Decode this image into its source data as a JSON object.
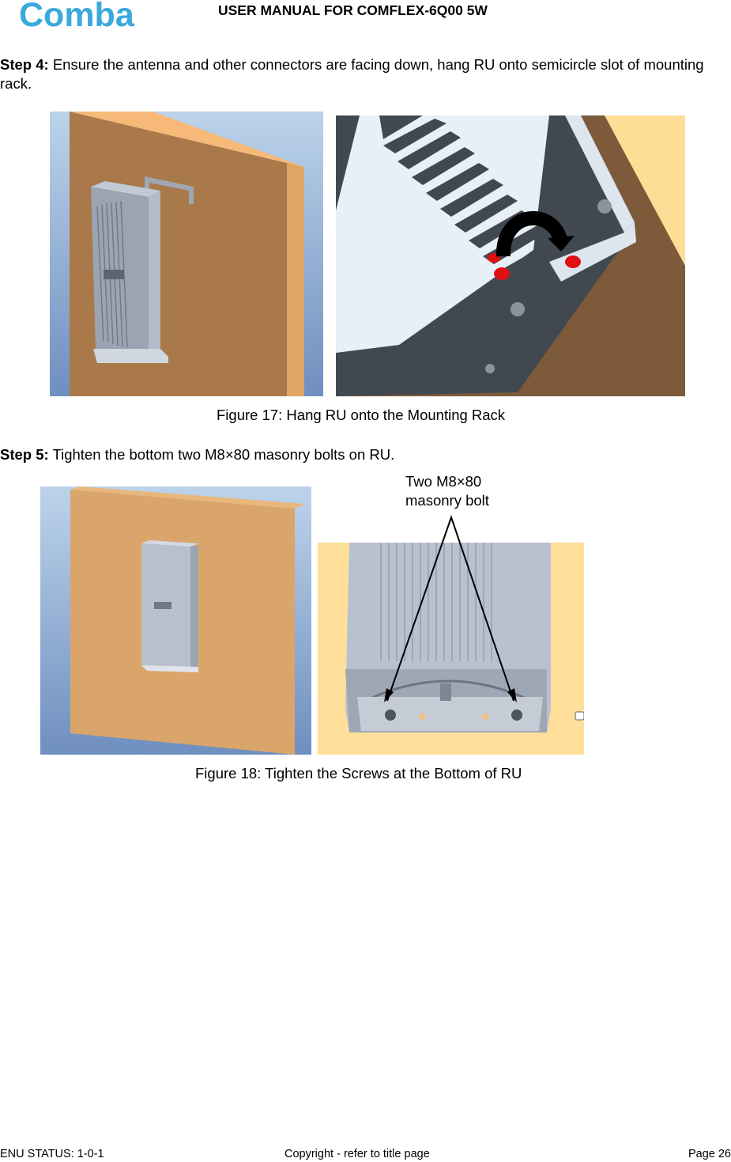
{
  "header": {
    "logo_text": "Comba",
    "title": "USER MANUAL FOR COMFLEX-6Q00 5W"
  },
  "step4": {
    "label": "Step 4:",
    "text": " Ensure the antenna and other connectors are facing down, hang RU onto semicircle slot of mounting rack."
  },
  "figure17": {
    "caption": "Figure 17: Hang RU onto the Mounting Rack"
  },
  "step5": {
    "label": "Step 5:",
    "text": " Tighten the bottom two M8×80 masonry bolts on RU."
  },
  "figure18": {
    "caption": "Figure 18: Tighten the Screws at the Bottom of RU",
    "callout_line1": "Two M8×80",
    "callout_line2": "masonry bolt"
  },
  "footer": {
    "status": "ENU STATUS: 1-0-1",
    "copyright": "Copyright - refer to title page",
    "page": "Page 26"
  },
  "colors": {
    "logo": "#3aa9dc",
    "wall": "#d9a56a",
    "wall_dark": "#7c5a3a",
    "sky_top": "#bcd3ea",
    "sky_bottom": "#6f8fc0",
    "device": "#aeb8c6",
    "arrow": "#000000",
    "bolt_red": "#e01010"
  }
}
